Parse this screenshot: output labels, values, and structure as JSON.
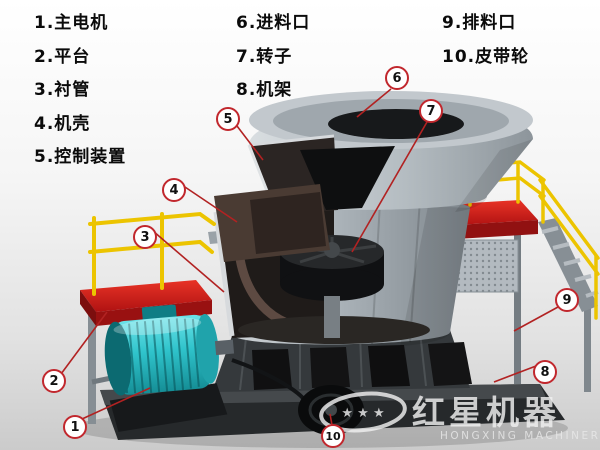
{
  "legend": {
    "columns": [
      {
        "items": [
          {
            "text": "1.主电机"
          },
          {
            "text": "2.平台"
          },
          {
            "text": "3.衬管"
          },
          {
            "text": "4.机壳"
          },
          {
            "text": "5.控制装置"
          }
        ]
      },
      {
        "items": [
          {
            "text": "6.进料口"
          },
          {
            "text": "7.转子"
          },
          {
            "text": "8.机架"
          }
        ]
      },
      {
        "items": [
          {
            "text": "9.排料口"
          },
          {
            "text": "10.皮带轮"
          }
        ]
      }
    ]
  },
  "balloons": [
    {
      "n": "1"
    },
    {
      "n": "2"
    },
    {
      "n": "3"
    },
    {
      "n": "4"
    },
    {
      "n": "5"
    },
    {
      "n": "6"
    },
    {
      "n": "7"
    },
    {
      "n": "8"
    },
    {
      "n": "9"
    },
    {
      "n": "10"
    }
  ],
  "watermark": {
    "stars": "★ ★ ★",
    "brand": "红星机器",
    "subtitle": "HONGXING MACHINERY"
  },
  "colors": {
    "balloon_border": "#c1272d",
    "platform_red": "#d42222",
    "railing_yellow": "#ecc400",
    "motor_teal": "#2fc3cb",
    "callout_line": "#b22222"
  }
}
